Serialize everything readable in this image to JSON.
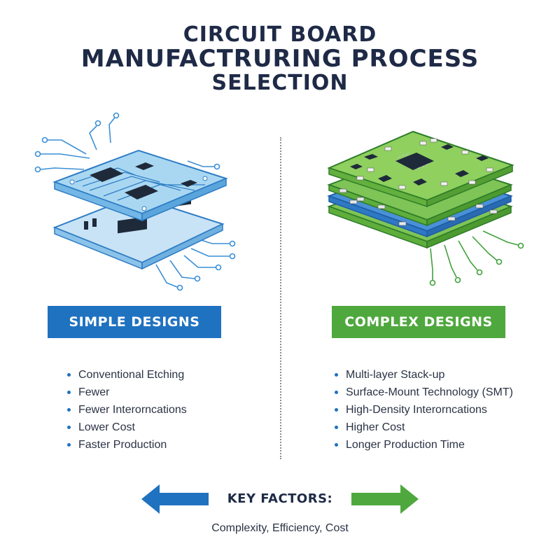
{
  "title": {
    "line1": "CIRCUIT BOARD",
    "line2": "MANUFACTRURING PROCESS",
    "line3": "SELECTION"
  },
  "left_panel": {
    "heading": "SIMPLE DESIGNS",
    "color": "#1f72c0",
    "items": [
      "Conventional Etching",
      "Fewer",
      "Fewer Interorncations",
      "Lower Cost",
      "Faster Production"
    ]
  },
  "right_panel": {
    "heading": "COMPLEX DESIGNS",
    "color": "#4fa83e",
    "items": [
      "Multi-layer Stack-up",
      "Surface-Mount Technology (SMT)",
      "High-Density Interorncations",
      "Higher Cost",
      "Longer Production Time"
    ]
  },
  "footer": {
    "label": "KEY FACTORS:",
    "text": "Complexity, Efficiency, Cost",
    "left_arrow_color": "#1f72c0",
    "right_arrow_color": "#4fa83e"
  },
  "icons": {
    "left_illustration": "two-layer-pcb-icon",
    "right_illustration": "multi-layer-pcb-stack-icon"
  }
}
